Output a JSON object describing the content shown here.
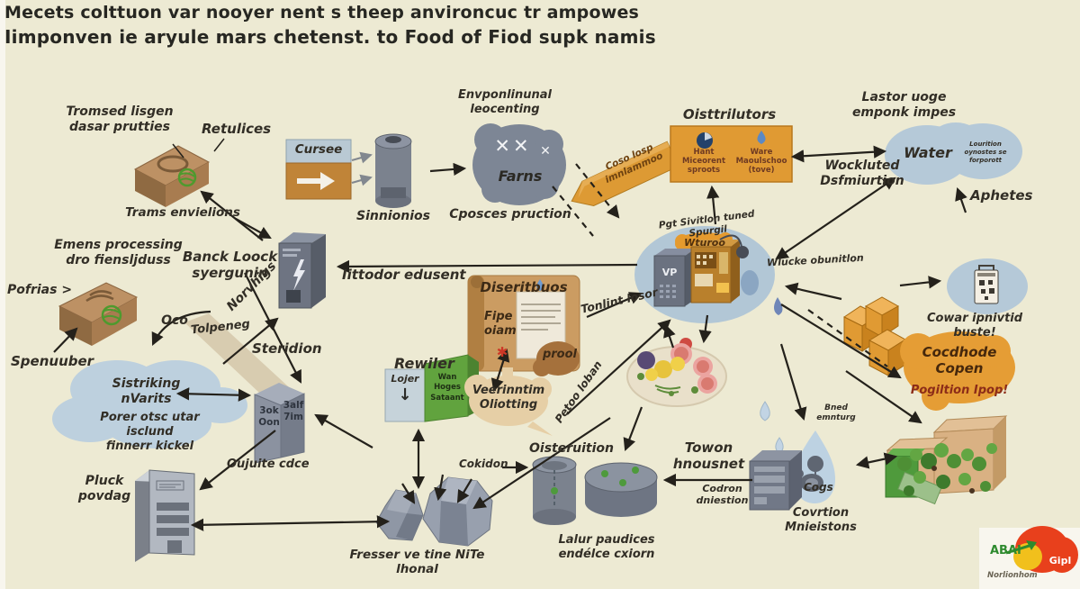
{
  "title": {
    "line1": "Mecets colttuon var nooyer nent s theep anvironcuc tr ampowes",
    "line2": "Iimponven ie aryule mars chetenst. to Food of Fiod supk namis"
  },
  "labels": {
    "tromsed": "Tromsed lisgen\ndasar prutties",
    "retulices": "Retulices",
    "trams": "Trams envielions",
    "cursee": "Cursee",
    "sinnionios": "Sinnionios",
    "env": "Envponlinunal\nleocenting",
    "farns": "Farns",
    "cposces": "Cposces pruction",
    "ribbon": "Coso losp\nimnlammoo",
    "distributors": "Oisttrilutors",
    "dist_col1": "Hant\nMiceorent\nsproots",
    "dist_col2": "Ware\nMaoulschoo\n(tove)",
    "wockluted": "Wockluted\nDsfmiurtion",
    "lastor": "Lastor uoge\nemponk impes",
    "water": "Water",
    "water_sub": "Lourition\noynostes se\nforporott",
    "aphetes": "Aphetes",
    "emens": "Emens processing\ndro fiensljduss",
    "pofrias": "Pofrias >",
    "spenuuber": "Spenuuber",
    "banck": "Banck Loock\nsyergunin",
    "norvhigs": "Norvhigs",
    "oco": "Oco",
    "tolpeneg": "Tolpeneg",
    "steridion": "Steridion",
    "iittodor": "Iittodor edusent",
    "diseritbuos": "Diseritbuos",
    "fipe": "Fipe\noiam",
    "prool": "prool",
    "veerinntim": "Veerinntim\nOliotting",
    "rewiler": "Rewiler",
    "lojer": "Lojer",
    "wan_hoges": "Wan\nHoges\nSataant",
    "petoo": "Petoo loban",
    "tonlint": "Tonlint losor",
    "pgt": "Pgt Sivitlon tuned Spurgil",
    "wturoo": "Wturoo",
    "vp": "VP",
    "wlucke": "Wlucke obunitlon",
    "cowar": "Cowar ipnivtid buste!",
    "cocdhode": "Cocdhode\nCopen",
    "pogiltion": "Pogiltion Ipop!",
    "bned": "Bned\nemnturg",
    "cogs": "Cogs",
    "covrtion": "Covrtion Mnieistons",
    "towon": "Towon\nhnousnet",
    "codron": "Codron\ndniestion",
    "oisteruition": "Oisteruition",
    "cokidon": "Cokidon",
    "lalur": "Lalur paudices\nendélce cxiorn",
    "sistriking": "Sistriking\nnVarits",
    "porer": "Porer otsc utar isclund\nfinnerr kickel",
    "pillar_left": "3ok\nOon",
    "pillar_right": "3alf\n7im",
    "oujuite": "Oujuite cdce",
    "pluck": "Pluck\npovdag",
    "fresser": "Fresser ve tine NiTe lhonal",
    "abai": "ABAI",
    "gipl": "Gipl",
    "norlionhom": "Norlionhom"
  },
  "icons": {
    "x_mark_pair": "✕✕",
    "x_mark": "✕",
    "down_arrow": "↓",
    "red_pin": "✱"
  },
  "colors": {
    "background": "#edead3",
    "accent_orange": "#e09a33",
    "cardboard_brown": "#ad8257",
    "steel_gray": "#7b828e",
    "cloud_blue": "#b5c9d8",
    "tan_scroll": "#cb9c62",
    "leaf_green": "#5fa33c",
    "text_dark": "#322e26",
    "logo_red": "#e8401c",
    "logo_yellow": "#f1c01c",
    "logo_green": "#2e8a2e"
  }
}
